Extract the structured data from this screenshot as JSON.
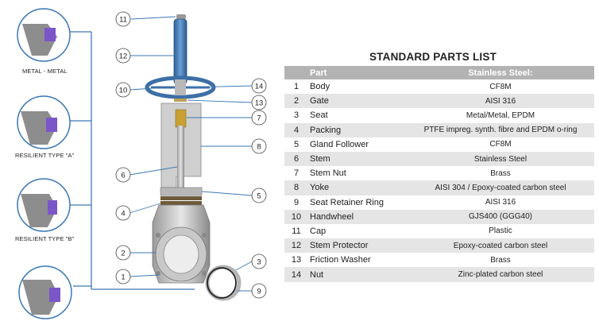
{
  "seat_types": [
    {
      "caption": "METAL - METAL"
    },
    {
      "caption": "RESILIENT TYPE \"A\""
    },
    {
      "caption": "RESILIENT TYPE \"B\""
    },
    {
      "caption": ""
    }
  ],
  "callouts": [
    "11",
    "12",
    "10",
    "14",
    "13",
    "7",
    "8",
    "6",
    "5",
    "4",
    "3",
    "2",
    "1",
    "9"
  ],
  "parts_list": {
    "title": "STANDARD PARTS LIST",
    "header": {
      "num": "",
      "part": "Part",
      "material": "Stainless Steel:"
    },
    "rows": [
      {
        "num": "1",
        "part": "Body",
        "material": "CF8M"
      },
      {
        "num": "2",
        "part": "Gate",
        "material": "AISI 316"
      },
      {
        "num": "3",
        "part": "Seat",
        "material": "Metal/Metal, EPDM"
      },
      {
        "num": "4",
        "part": "Packing",
        "material": "PTFE impreg. synth. fibre and EPDM o-ring"
      },
      {
        "num": "5",
        "part": "Gland Follower",
        "material": "CF8M"
      },
      {
        "num": "6",
        "part": "Stem",
        "material": "Stainless Steel"
      },
      {
        "num": "7",
        "part": "Stem Nut",
        "material": "Brass"
      },
      {
        "num": "8",
        "part": "Yoke",
        "material": "AISI 304 / Epoxy-coated carbon steel"
      },
      {
        "num": "9",
        "part": "Seat Retainer Ring",
        "material": "AISI 316"
      },
      {
        "num": "10",
        "part": "Handwheel",
        "material": "GJS400 (GGG40)"
      },
      {
        "num": "11",
        "part": "Cap",
        "material": "Plastic"
      },
      {
        "num": "12",
        "part": "Stem Protector",
        "material": "Epoxy-coated carbon steel"
      },
      {
        "num": "13",
        "part": "Friction Washer",
        "material": "Brass"
      },
      {
        "num": "14",
        "part": "Nut",
        "material": "Zinc-plated carbon steel"
      }
    ]
  },
  "colors": {
    "leader_line": "#3a78b5",
    "stem_protector": "#4a86c4",
    "seat_highlight": "#7b56c9",
    "table_header": "#b3b3b3"
  }
}
